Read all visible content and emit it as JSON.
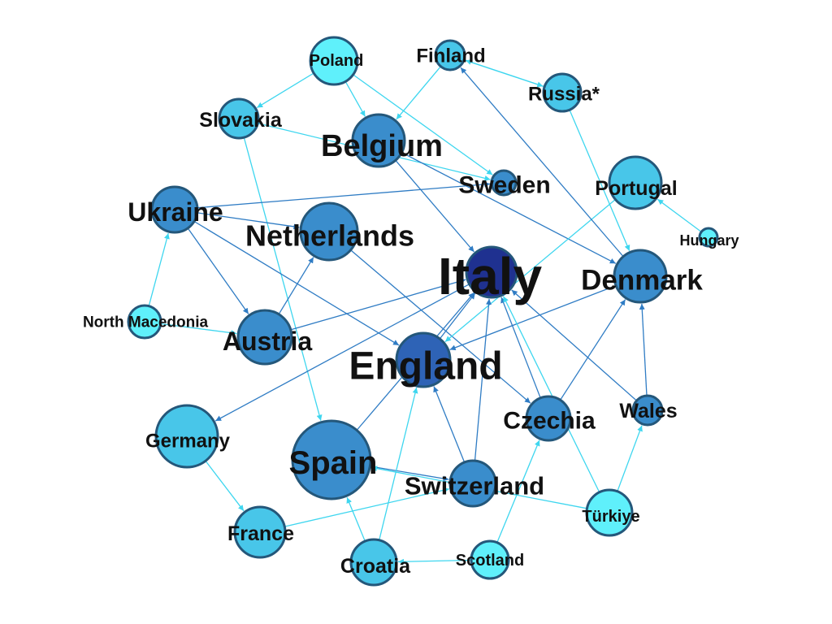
{
  "graph": {
    "colors": {
      "level_1": "#5ff0fb",
      "level_2": "#48c6e9",
      "level_3": "#3a8dcc",
      "level_4": "#2e63b6",
      "level_5": "#1f3190",
      "stroke": "#24577a",
      "edge_light": "#3ed6ef",
      "edge_dark": "#2f7cc4"
    },
    "nodes": [
      {
        "id": "poland",
        "label": "Poland",
        "level": 1
      },
      {
        "id": "finland",
        "label": "Finland",
        "level": 2
      },
      {
        "id": "russia",
        "label": "Russia*",
        "level": 2
      },
      {
        "id": "slovakia",
        "label": "Slovakia",
        "level": 2
      },
      {
        "id": "belgium",
        "label": "Belgium",
        "level": 3
      },
      {
        "id": "sweden",
        "label": "Sweden",
        "level": 3
      },
      {
        "id": "portugal",
        "label": "Portugal",
        "level": 2
      },
      {
        "id": "ukraine",
        "label": "Ukraine",
        "level": 3
      },
      {
        "id": "netherlands",
        "label": "Netherlands",
        "level": 3
      },
      {
        "id": "hungary",
        "label": "Hungary",
        "level": 1
      },
      {
        "id": "italy",
        "label": "Italy",
        "level": 5
      },
      {
        "id": "denmark",
        "label": "Denmark",
        "level": 3
      },
      {
        "id": "north_macedonia",
        "label": "North Macedonia",
        "level": 1
      },
      {
        "id": "austria",
        "label": "Austria",
        "level": 3
      },
      {
        "id": "england",
        "label": "England",
        "level": 4
      },
      {
        "id": "czechia",
        "label": "Czechia",
        "level": 3
      },
      {
        "id": "wales",
        "label": "Wales",
        "level": 3
      },
      {
        "id": "germany",
        "label": "Germany",
        "level": 2
      },
      {
        "id": "spain",
        "label": "Spain",
        "level": 3
      },
      {
        "id": "switzerland",
        "label": "Switzerland",
        "level": 3
      },
      {
        "id": "turkiye",
        "label": "Türkiye",
        "level": 1
      },
      {
        "id": "france",
        "label": "France",
        "level": 2
      },
      {
        "id": "croatia",
        "label": "Croatia",
        "level": 2
      },
      {
        "id": "scotland",
        "label": "Scotland",
        "level": 1
      }
    ],
    "edges": [
      {
        "from": "poland",
        "to": "slovakia"
      },
      {
        "from": "poland",
        "to": "belgium"
      },
      {
        "from": "poland",
        "to": "sweden"
      },
      {
        "from": "finland",
        "to": "belgium"
      },
      {
        "from": "finland",
        "to": "russia"
      },
      {
        "from": "russia",
        "to": "finland"
      },
      {
        "from": "russia",
        "to": "denmark"
      },
      {
        "from": "slovakia",
        "to": "sweden"
      },
      {
        "from": "slovakia",
        "to": "spain"
      },
      {
        "from": "belgium",
        "to": "italy"
      },
      {
        "from": "belgium",
        "to": "denmark"
      },
      {
        "from": "ukraine",
        "to": "sweden"
      },
      {
        "from": "ukraine",
        "to": "netherlands"
      },
      {
        "from": "ukraine",
        "to": "austria"
      },
      {
        "from": "ukraine",
        "to": "england"
      },
      {
        "from": "north_macedonia",
        "to": "ukraine"
      },
      {
        "from": "north_macedonia",
        "to": "austria"
      },
      {
        "from": "austria",
        "to": "netherlands"
      },
      {
        "from": "austria",
        "to": "italy"
      },
      {
        "from": "netherlands",
        "to": "czechia"
      },
      {
        "from": "portugal",
        "to": "england"
      },
      {
        "from": "hungary",
        "to": "portugal"
      },
      {
        "from": "denmark",
        "to": "finland"
      },
      {
        "from": "denmark",
        "to": "england"
      },
      {
        "from": "england",
        "to": "italy"
      },
      {
        "from": "italy",
        "to": "germany"
      },
      {
        "from": "czechia",
        "to": "italy"
      },
      {
        "from": "czechia",
        "to": "denmark"
      },
      {
        "from": "wales",
        "to": "italy"
      },
      {
        "from": "wales",
        "to": "denmark"
      },
      {
        "from": "germany",
        "to": "france"
      },
      {
        "from": "spain",
        "to": "italy"
      },
      {
        "from": "spain",
        "to": "switzerland"
      },
      {
        "from": "switzerland",
        "to": "italy"
      },
      {
        "from": "switzerland",
        "to": "england"
      },
      {
        "from": "turkiye",
        "to": "italy"
      },
      {
        "from": "turkiye",
        "to": "wales"
      },
      {
        "from": "turkiye",
        "to": "spain"
      },
      {
        "from": "france",
        "to": "switzerland"
      },
      {
        "from": "croatia",
        "to": "spain"
      },
      {
        "from": "croatia",
        "to": "england"
      },
      {
        "from": "scotland",
        "to": "croatia"
      },
      {
        "from": "scotland",
        "to": "czechia"
      }
    ]
  }
}
